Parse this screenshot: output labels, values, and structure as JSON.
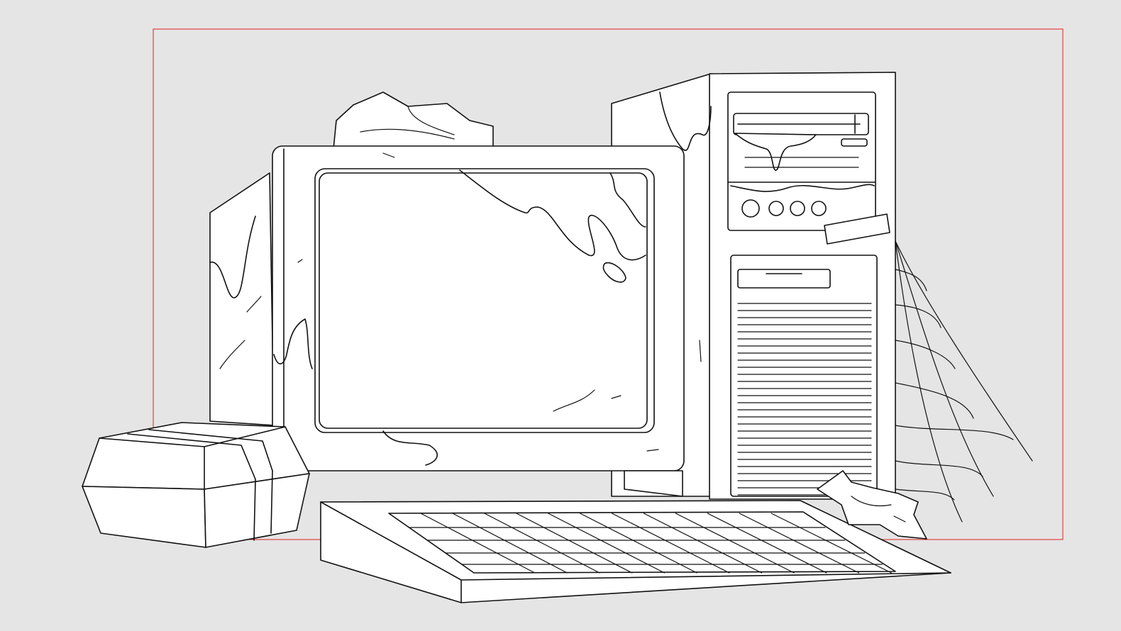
{
  "colors": {
    "background": "#e5e5e5",
    "line": "#111111",
    "fill": "#ffffff",
    "frame": "#e02020"
  },
  "elements": {
    "crt_monitor": "monitor-illustration",
    "pc_tower": "tower-illustration",
    "keyboard": "keyboard-illustration",
    "food_box": "takeout-box-illustration",
    "cobweb": "cobweb-illustration",
    "crumpled_paper": "crumpled-paper-illustration"
  }
}
